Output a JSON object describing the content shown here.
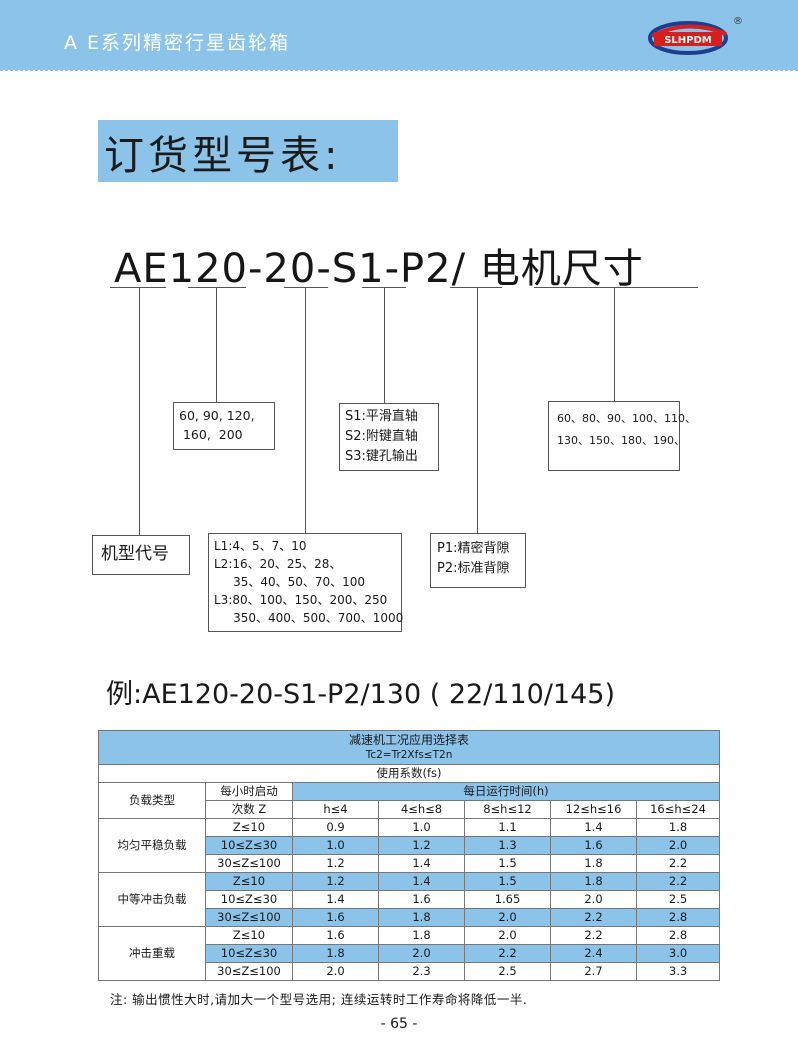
{
  "header": {
    "title": "A E系列精密行星齿轮箱",
    "logo_text": "SLHPDM",
    "registered_mark": "®"
  },
  "section_title": "订货型号表:",
  "model_code": "AE120-20-S1-P2/ 电机尺寸",
  "boxes": {
    "model_label": "机型代号",
    "frame_sizes": "60, 90, 120,\n 160,  200",
    "ratios": "L1:4、5、7、10\nL2:16、20、25、28、\n     35、40、50、70、100\nL3:80、100、150、200、250\n     350、400、500、700、1000",
    "shaft": "S1:平滑直轴\nS2:附键直轴\nS3:键孔输出",
    "backlash": "P1:精密背隙\nP2:标准背隙",
    "motor": "60、80、90、100、110、\n130、150、180、190、"
  },
  "example": "例:AE120-20-S1-P2/130 ( 22/110/145)",
  "table": {
    "title": "减速机工况应用选择表",
    "formula": "Tc2=Tr2Xfs≤T2n",
    "factor_label": "使用系数(fs)",
    "load_type_label": "负载类型",
    "starts_label_1": "每小时启动",
    "starts_label_2": "次数 Z",
    "hours_label": "每日运行时间(h)",
    "hour_columns": [
      "h≤4",
      "4≤h≤8",
      "8≤h≤12",
      "12≤h≤16",
      "16≤h≤24"
    ],
    "groups": [
      {
        "load": "均匀平稳负载",
        "rows": [
          {
            "z": "Z≤10",
            "values": [
              "0.9",
              "1.0",
              "1.1",
              "1.4",
              "1.8"
            ],
            "highlight": false
          },
          {
            "z": "10≤Z≤30",
            "values": [
              "1.0",
              "1.2",
              "1.3",
              "1.6",
              "2.0"
            ],
            "highlight": true
          },
          {
            "z": "30≤Z≤100",
            "values": [
              "1.2",
              "1.4",
              "1.5",
              "1.8",
              "2.2"
            ],
            "highlight": false
          }
        ]
      },
      {
        "load": "中等冲击负载",
        "rows": [
          {
            "z": "Z≤10",
            "values": [
              "1.2",
              "1.4",
              "1.5",
              "1.8",
              "2.2"
            ],
            "highlight": true
          },
          {
            "z": "10≤Z≤30",
            "values": [
              "1.4",
              "1.6",
              "1.65",
              "2.0",
              "2.5"
            ],
            "highlight": false
          },
          {
            "z": "30≤Z≤100",
            "values": [
              "1.6",
              "1.8",
              "2.0",
              "2.2",
              "2.8"
            ],
            "highlight": true
          }
        ]
      },
      {
        "load": "冲击重载",
        "rows": [
          {
            "z": "Z≤10",
            "values": [
              "1.6",
              "1.8",
              "2.0",
              "2.2",
              "2.8"
            ],
            "highlight": false
          },
          {
            "z": "10≤Z≤30",
            "values": [
              "1.8",
              "2.0",
              "2.2",
              "2.4",
              "3.0"
            ],
            "highlight": true
          },
          {
            "z": "30≤Z≤100",
            "values": [
              "2.0",
              "2.3",
              "2.5",
              "2.7",
              "3.3"
            ],
            "highlight": false
          }
        ]
      }
    ]
  },
  "note": "注: 输出惯性大时,请加大一个型号选用; 连续运转时工作寿命将降低一半.",
  "page_number": "- 65 -"
}
